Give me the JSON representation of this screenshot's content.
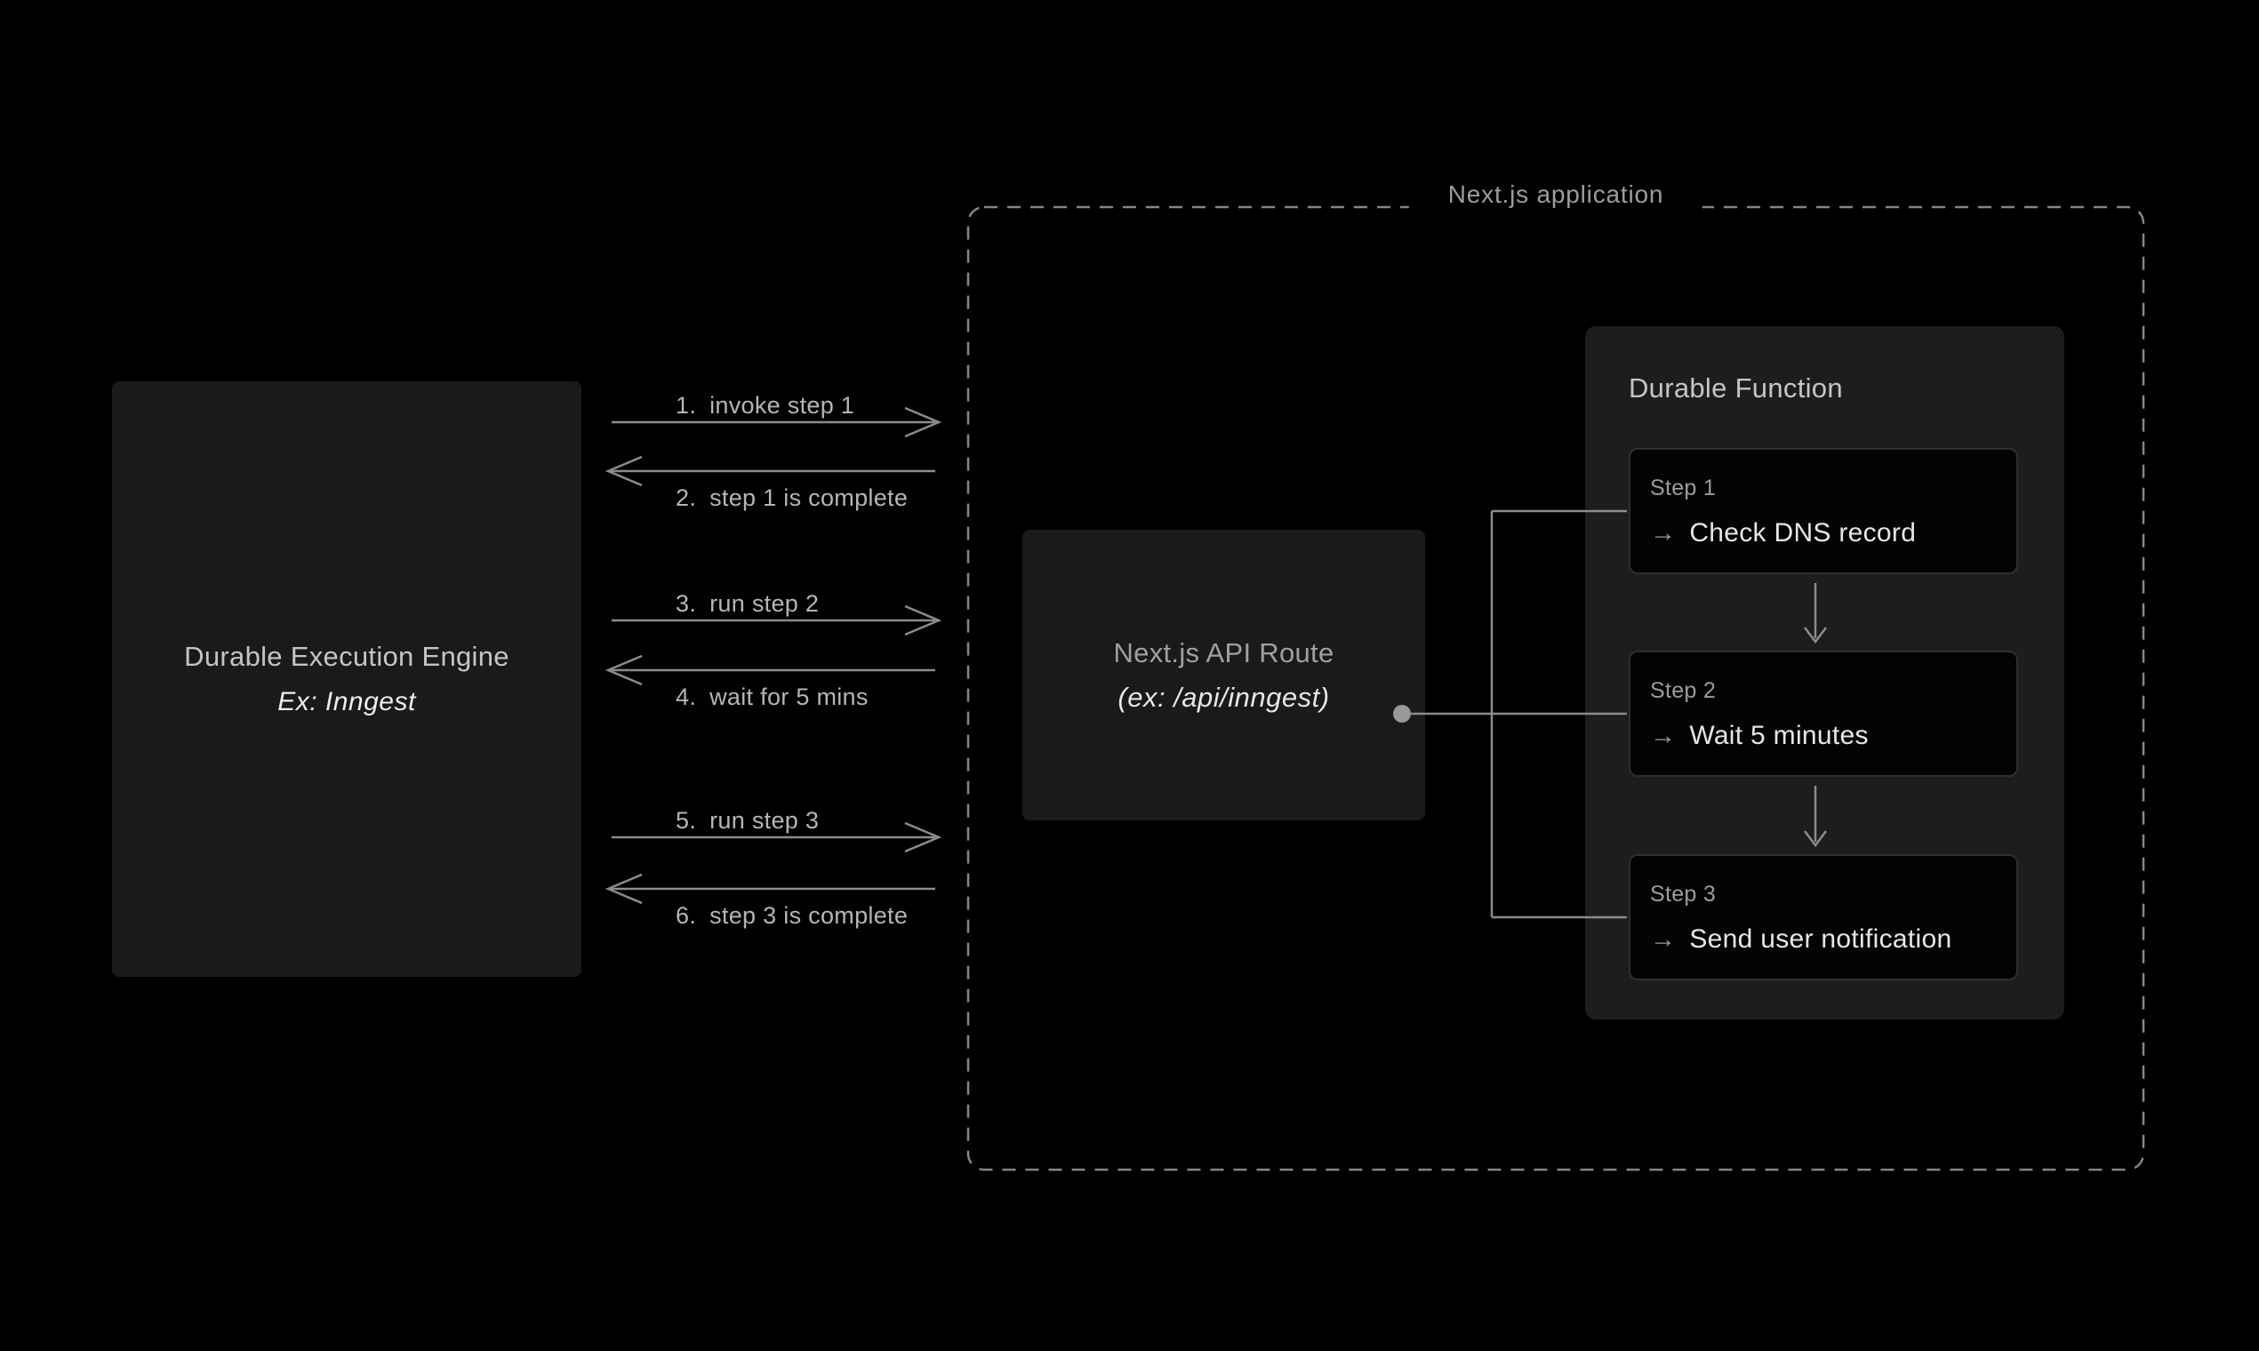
{
  "engine_box": {
    "title": "Durable Execution Engine",
    "subtitle": "Ex: Inngest"
  },
  "messages": [
    {
      "num": "1.",
      "label": "invoke step 1",
      "direction": "right"
    },
    {
      "num": "2.",
      "label": "step 1 is complete",
      "direction": "left"
    },
    {
      "num": "3.",
      "label": "run step 2",
      "direction": "right"
    },
    {
      "num": "4.",
      "label": "wait for 5 mins",
      "direction": "left"
    },
    {
      "num": "5.",
      "label": "run step 3",
      "direction": "right"
    },
    {
      "num": "6.",
      "label": "step 3 is complete",
      "direction": "left"
    }
  ],
  "nextjs_container": {
    "label": "Next.js application"
  },
  "api_route_box": {
    "title": "Next.js API Route",
    "subtitle": "(ex: /api/inngest)"
  },
  "durable_function": {
    "title": "Durable Function",
    "steps": [
      {
        "label": "Step 1",
        "action": "Check DNS record"
      },
      {
        "label": "Step 2",
        "action": "Wait 5 minutes"
      },
      {
        "label": "Step 3",
        "action": "Send user notification"
      }
    ]
  },
  "icons": {
    "arrow_right": "→"
  },
  "colors": {
    "bg": "#000000",
    "node_bg": "#1a1a1a",
    "panel_bg": "#1d1d1d",
    "step_bg": "#030303",
    "step_border": "#2f2f2f",
    "line": "#8c8c8c",
    "dot": "#989898",
    "dash": "#858585",
    "text_bright": "#e6e6e6",
    "text_mid": "#c5c5c5",
    "text_dim": "#9c9c9c",
    "msg_label": "#b5b5b5"
  }
}
